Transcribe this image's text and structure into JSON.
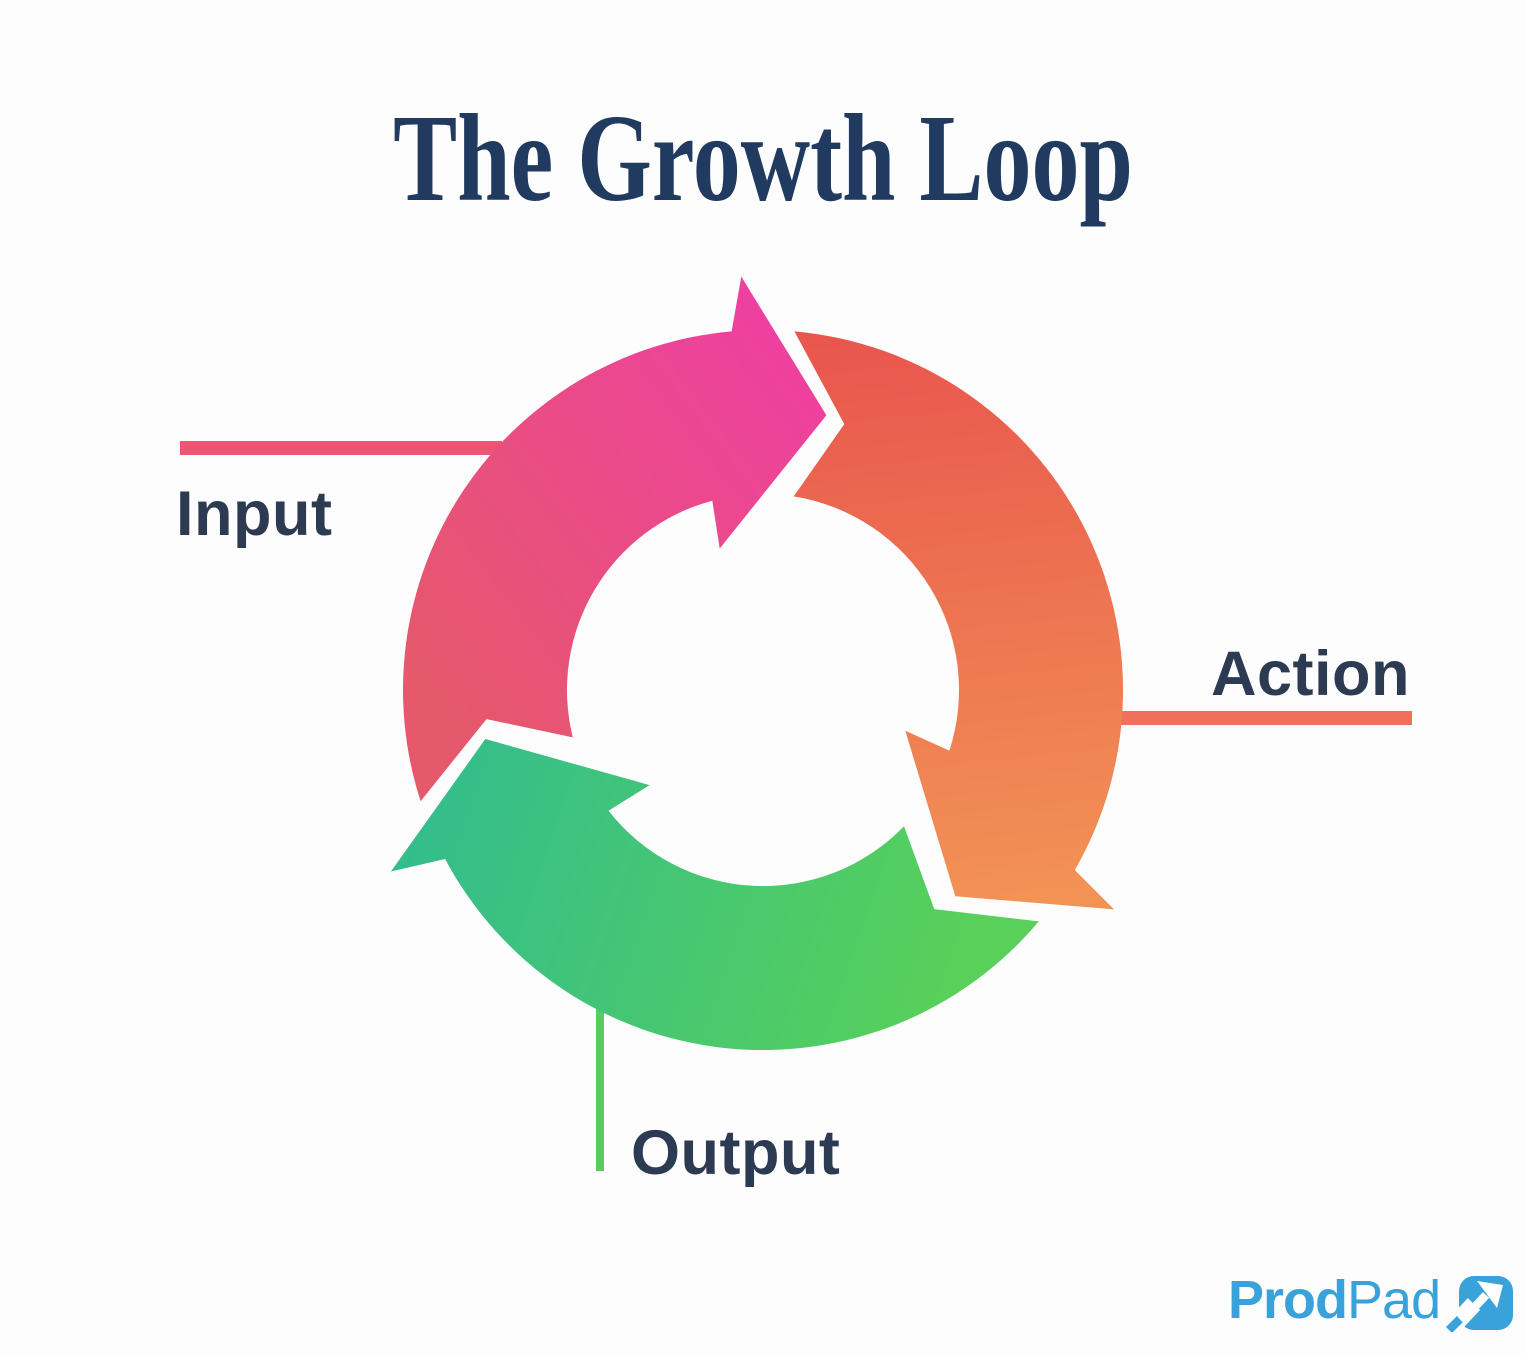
{
  "title": "The Growth Loop",
  "diagram": {
    "type": "cycle",
    "direction": "clockwise",
    "steps": [
      {
        "id": "input",
        "label": "Input",
        "gradient_from": "#E6586C",
        "gradient_to": "#EE40A0",
        "line_color": "#EE5474",
        "label_position": "left"
      },
      {
        "id": "action",
        "label": "Action",
        "gradient_from": "#E9564E",
        "gradient_to": "#F29255",
        "line_color": "#F0705A",
        "label_position": "right"
      },
      {
        "id": "output",
        "label": "Output",
        "gradient_from": "#34BD8C",
        "gradient_to": "#58D05A",
        "line_color": "#56CC61",
        "label_position": "bottom"
      }
    ]
  },
  "branding": {
    "logo_text_bold": "Prod",
    "logo_text_regular": "Pad",
    "logo_color": "#3AA2DA",
    "logo_icon": "arrow-up-right-icon"
  },
  "colors": {
    "background": "#FDFDFD",
    "title_text": "#203A60",
    "label_text": "#2C3A52"
  }
}
